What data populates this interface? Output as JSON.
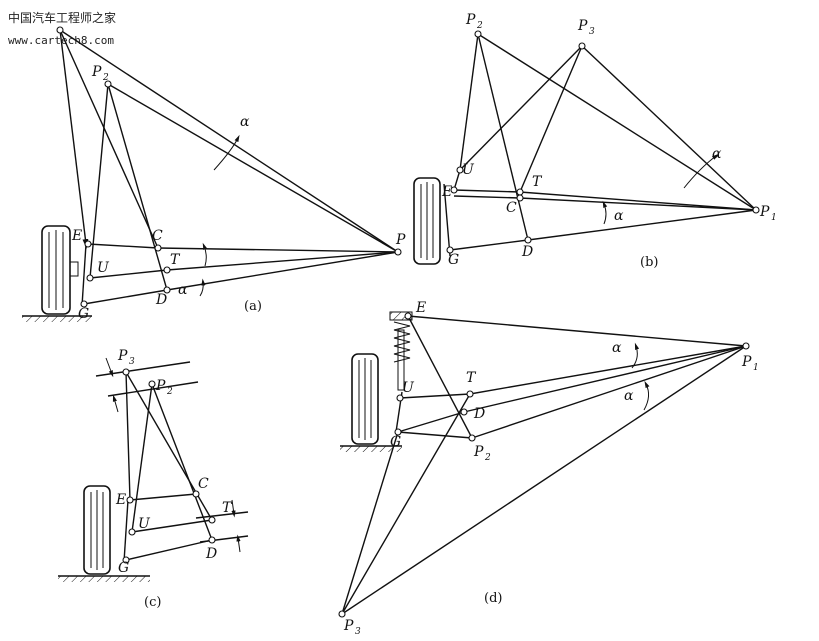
{
  "watermark": {
    "line1": "中国汽车工程师之家",
    "line2": "www.cartech8.com"
  },
  "panels": {
    "a": {
      "caption": "(a)",
      "labels": {
        "P2": "P",
        "P2sub": "2",
        "E": "E",
        "U": "U",
        "C": "C",
        "T": "T",
        "D": "D",
        "G": "G",
        "P": "P",
        "alpha1": "α",
        "alpha2": "α"
      }
    },
    "b": {
      "caption": "(b)",
      "labels": {
        "P2": "P",
        "P2sub": "2",
        "P3": "P",
        "P3sub": "3",
        "U": "U",
        "E": "E",
        "T": "T",
        "C": "C",
        "D": "D",
        "G": "G",
        "P1": "P",
        "P1sub": "1",
        "alpha1": "α",
        "alpha2": "α"
      }
    },
    "c": {
      "caption": "(c)",
      "labels": {
        "P3": "P",
        "P3sub": "3",
        "P2": "P",
        "P2sub": "2",
        "E": "E",
        "U": "U",
        "C": "C",
        "T": "T",
        "D": "D",
        "G": "G"
      }
    },
    "d": {
      "caption": "(d)",
      "labels": {
        "E": "E",
        "T": "T",
        "U": "U",
        "D": "D",
        "G": "G",
        "P2": "P",
        "P2sub": "2",
        "P1": "P",
        "P1sub": "1",
        "P3": "P",
        "P3sub": "3",
        "alpha1": "α",
        "alpha2": "α"
      }
    }
  }
}
